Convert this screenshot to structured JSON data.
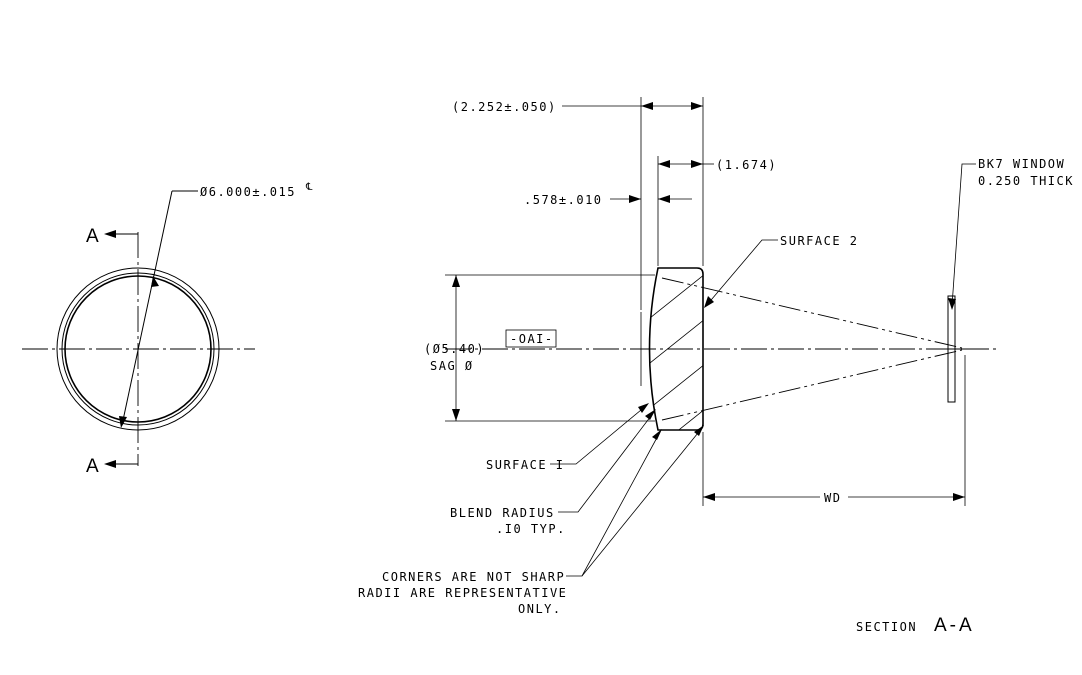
{
  "labels": {
    "section_marker_top": "A",
    "section_marker_bottom": "A",
    "diameter": "Ø6.000±.015",
    "diameter_symbol": "℄",
    "overall_thickness": "(2.252±.050)",
    "edge_thickness": "(1.674)",
    "center_thickness": ".578±.010",
    "window_line1": "BK7 WINDOW",
    "window_line2": "0.250 THICK",
    "surface2": "SURFACE 2",
    "oai": "-OAI-",
    "sag_line1": "(Ø5.40)",
    "sag_line2": "SAG Ø",
    "surface1": "SURFACE I",
    "blend_line1": "BLEND  RADIUS",
    "blend_line2": ".I0 TYP.",
    "corners_line1": "CORNERS ARE NOT SHARP",
    "corners_line2": "RADII ARE REPRESENTATIVE",
    "corners_line3": "ONLY.",
    "wd": "WD",
    "section_word": "SECTION",
    "section_id": "A-A"
  }
}
